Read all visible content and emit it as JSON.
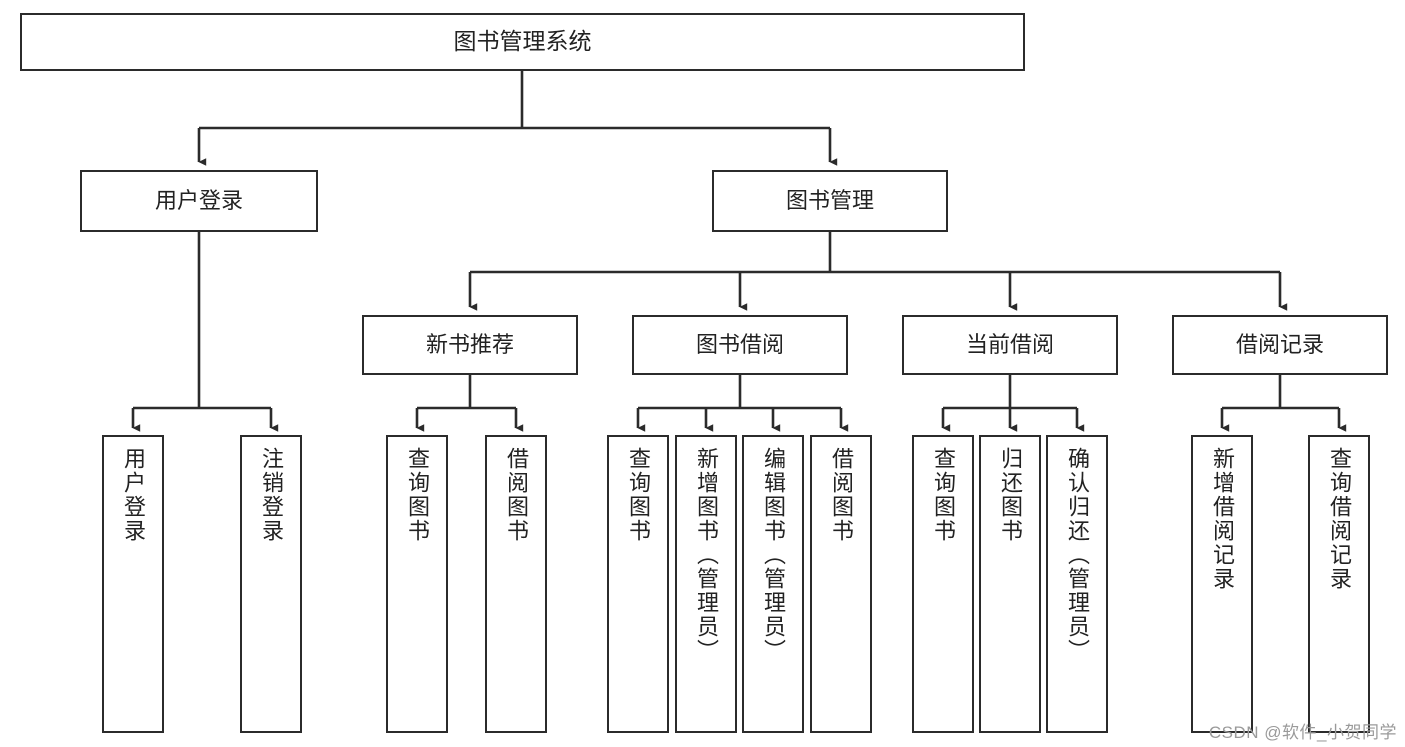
{
  "diagram": {
    "type": "tree-hierarchy",
    "title": "图书管理系统",
    "orientation": "top-down",
    "colors": {
      "box_border": "#2b2b2b",
      "box_fill": "#ffffff",
      "connector": "#2b2b2b",
      "text": "#222222",
      "watermark": "#9a9a9a",
      "background": "#ffffff"
    },
    "root": {
      "id": "root",
      "label": "图书管理系统"
    },
    "level2": [
      {
        "id": "user-login",
        "label": "用户登录"
      },
      {
        "id": "book-management",
        "label": "图书管理"
      }
    ],
    "level3": [
      {
        "id": "new-book-recommend",
        "label": "新书推荐",
        "parent": "book-management"
      },
      {
        "id": "book-borrow",
        "label": "图书借阅",
        "parent": "book-management"
      },
      {
        "id": "current-borrow",
        "label": "当前借阅",
        "parent": "book-management"
      },
      {
        "id": "borrow-record",
        "label": "借阅记录",
        "parent": "book-management"
      }
    ],
    "leaves": [
      {
        "id": "leaf-user-login",
        "label": "用户登录",
        "parent": "user-login"
      },
      {
        "id": "leaf-logout-login",
        "label": "注销登录",
        "parent": "user-login"
      },
      {
        "id": "leaf-query-book-1",
        "label": "查询图书",
        "parent": "new-book-recommend"
      },
      {
        "id": "leaf-borrow-book-1",
        "label": "借阅图书",
        "parent": "new-book-recommend"
      },
      {
        "id": "leaf-query-book-2",
        "label": "查询图书",
        "parent": "book-borrow"
      },
      {
        "id": "leaf-add-book",
        "label": "新增图书（管理员）",
        "parent": "book-borrow"
      },
      {
        "id": "leaf-edit-book",
        "label": "编辑图书（管理员）",
        "parent": "book-borrow"
      },
      {
        "id": "leaf-borrow-book-2",
        "label": "借阅图书",
        "parent": "book-borrow"
      },
      {
        "id": "leaf-query-book-3",
        "label": "查询图书",
        "parent": "current-borrow"
      },
      {
        "id": "leaf-return-book",
        "label": "归还图书",
        "parent": "current-borrow"
      },
      {
        "id": "leaf-confirm-return",
        "label": "确认归还（管理员）",
        "parent": "current-borrow"
      },
      {
        "id": "leaf-add-record",
        "label": "新增借阅记录",
        "parent": "borrow-record"
      },
      {
        "id": "leaf-query-record",
        "label": "查询借阅记录",
        "parent": "borrow-record"
      }
    ],
    "watermark": "CSDN @软件_小贺同学"
  }
}
